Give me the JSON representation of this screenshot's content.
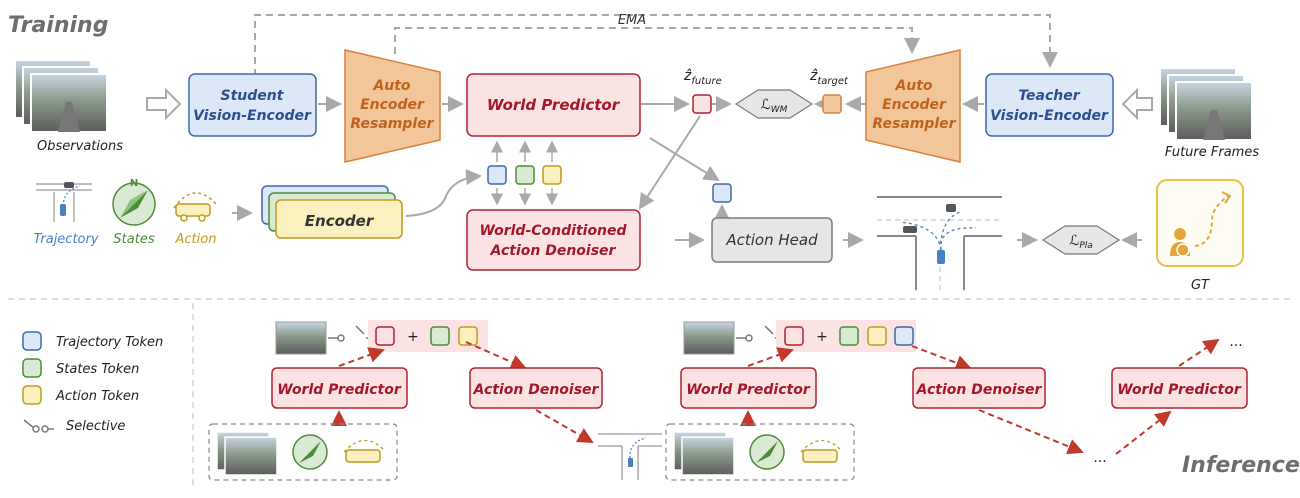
{
  "sections": {
    "training": "Training",
    "inference": "Inference"
  },
  "training": {
    "ema_label": "EMA",
    "observations_caption": "Observations",
    "future_frames_caption": "Future Frames",
    "student_encoder": [
      "Student",
      "Vision-Encoder"
    ],
    "teacher_encoder": [
      "Teacher",
      "Vision-Encoder"
    ],
    "auto_encoder_left": [
      "Auto",
      "Encoder",
      "Resampler"
    ],
    "auto_encoder_right": [
      "Auto",
      "Encoder",
      "Resampler"
    ],
    "world_predictor": "World Predictor",
    "z_future": "ẑ",
    "z_future_sub": "future",
    "z_target": "ẑ",
    "z_target_sub": "target",
    "loss_wm": "ℒ",
    "loss_wm_sub": "WM",
    "encoder": "Encoder",
    "inputs": {
      "trajectory": "Trajectory",
      "states": "States",
      "action": "Action"
    },
    "action_denoiser": [
      "World-Conditioned",
      "Action Denoiser"
    ],
    "action_head": "Action Head",
    "loss_pla": "ℒ",
    "loss_pla_sub": "Pla",
    "gt_caption": "GT"
  },
  "legend": {
    "trajectory_token": "Trajectory Token",
    "states_token": "States Token",
    "action_token": "Action Token",
    "selective": "Selective"
  },
  "inference": {
    "world_predictor_1": "World Predictor",
    "action_denoiser_1": "Action Denoiser",
    "world_predictor_2": "World Predictor",
    "action_denoiser_2": "Action Denoiser",
    "world_predictor_3": "World Predictor",
    "plus_1": "+",
    "plus_2": "+",
    "ellipsis_top": "...",
    "ellipsis_bottom": "..."
  },
  "colors": {
    "blue_box_fill": "#dce8f7",
    "blue_box_stroke": "#3f68a8",
    "blue_text": "#2c4f8f",
    "orange_fill": "#f2c69b",
    "orange_stroke": "#d8823c",
    "orange_text": "#c0621c",
    "red_box_fill": "#fbe3e4",
    "red_box_stroke": "#b3212f",
    "red_text": "#a3182a",
    "gray_box_fill": "#e6e6e6",
    "gray_box_stroke": "#7a7a7a",
    "green_fill": "#d9ead3",
    "green_stroke": "#4e8a3a",
    "yellow_fill": "#fbf0c0",
    "yellow_stroke": "#bf9b1c",
    "traj_text": "#4a7fc1",
    "states_text": "#4e8a3a",
    "action_text": "#bf9b1c",
    "arrow_gray": "#a9a9a9",
    "dashed_red": "#c0392b"
  }
}
